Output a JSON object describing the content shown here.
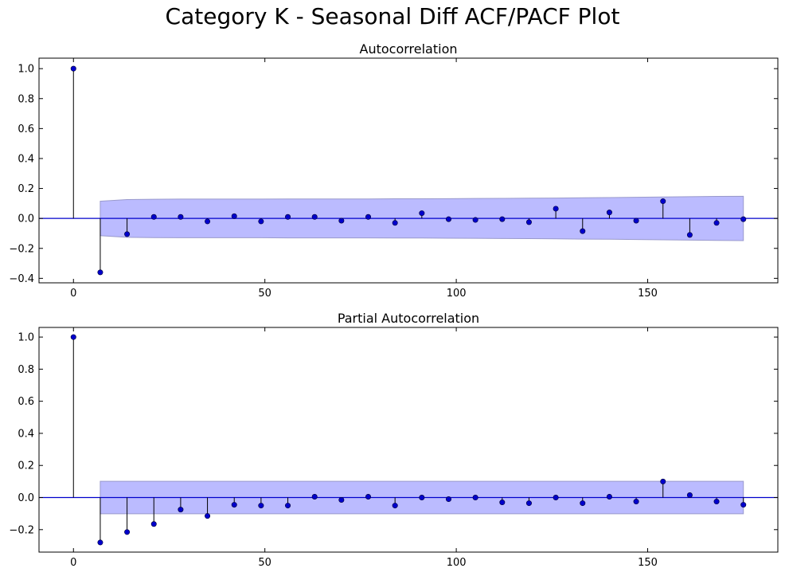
{
  "figure": {
    "title": "Category K - Seasonal Diff ACF/PACF Plot"
  },
  "colors": {
    "marker": "#0000cc",
    "stem": "#000000",
    "baseline": "#0000cc",
    "confidence_fill": "#bbbbff",
    "confidence_edge": "#9999cc"
  },
  "chart_data": [
    {
      "type": "scatter",
      "style": "stem",
      "title": "Autocorrelation",
      "xlabel": "",
      "ylabel": "",
      "xlim": [
        -9,
        184
      ],
      "ylim": [
        -0.43,
        1.07
      ],
      "xticks": [
        0,
        50,
        100,
        150
      ],
      "yticks": [
        -0.4,
        -0.2,
        0.0,
        0.2,
        0.4,
        0.6,
        0.8,
        1.0
      ],
      "ytick_labels": [
        "−0.4",
        "−0.2",
        "0.0",
        "0.2",
        "0.4",
        "0.6",
        "0.8",
        "1.0"
      ],
      "grid": false,
      "x": [
        0,
        7,
        14,
        21,
        28,
        35,
        42,
        49,
        56,
        63,
        70,
        77,
        84,
        91,
        98,
        105,
        112,
        119,
        126,
        133,
        140,
        147,
        154,
        161,
        168,
        175
      ],
      "values": [
        1.0,
        -0.36,
        -0.105,
        0.01,
        0.01,
        -0.02,
        0.015,
        -0.02,
        0.01,
        0.01,
        -0.015,
        0.01,
        -0.03,
        0.035,
        -0.005,
        -0.01,
        -0.005,
        -0.025,
        0.065,
        -0.085,
        0.04,
        -0.015,
        0.115,
        -0.11,
        -0.03,
        -0.005
      ],
      "confidence_band": {
        "x": [
          7,
          14,
          21,
          28,
          35,
          42,
          49,
          56,
          63,
          70,
          77,
          84,
          91,
          98,
          105,
          112,
          119,
          126,
          133,
          140,
          147,
          154,
          161,
          168,
          175
        ],
        "upper": [
          0.115,
          0.126,
          0.128,
          0.129,
          0.129,
          0.129,
          0.129,
          0.13,
          0.13,
          0.13,
          0.13,
          0.131,
          0.131,
          0.132,
          0.133,
          0.134,
          0.135,
          0.136,
          0.138,
          0.139,
          0.141,
          0.143,
          0.145,
          0.147,
          0.148
        ],
        "lower": [
          -0.115,
          -0.126,
          -0.128,
          -0.129,
          -0.129,
          -0.129,
          -0.129,
          -0.13,
          -0.13,
          -0.13,
          -0.13,
          -0.131,
          -0.131,
          -0.132,
          -0.133,
          -0.134,
          -0.135,
          -0.136,
          -0.138,
          -0.139,
          -0.141,
          -0.143,
          -0.145,
          -0.147,
          -0.148
        ]
      }
    },
    {
      "type": "scatter",
      "style": "stem",
      "title": "Partial Autocorrelation",
      "xlabel": "",
      "ylabel": "",
      "xlim": [
        -9,
        184
      ],
      "ylim": [
        -0.34,
        1.06
      ],
      "xticks": [
        0,
        50,
        100,
        150
      ],
      "yticks": [
        -0.2,
        0.0,
        0.2,
        0.4,
        0.6,
        0.8,
        1.0
      ],
      "ytick_labels": [
        "−0.2",
        "0.0",
        "0.2",
        "0.4",
        "0.6",
        "0.8",
        "1.0"
      ],
      "grid": false,
      "x": [
        0,
        7,
        14,
        21,
        28,
        35,
        42,
        49,
        56,
        63,
        70,
        77,
        84,
        91,
        98,
        105,
        112,
        119,
        126,
        133,
        140,
        147,
        154,
        161,
        168,
        175
      ],
      "values": [
        1.0,
        -0.28,
        -0.215,
        -0.165,
        -0.075,
        -0.115,
        -0.045,
        -0.05,
        -0.05,
        0.005,
        -0.015,
        0.005,
        -0.05,
        0.0,
        -0.01,
        0.0,
        -0.03,
        -0.035,
        0.0,
        -0.035,
        0.005,
        -0.025,
        0.1,
        0.015,
        -0.025,
        -0.045
      ],
      "confidence_band": {
        "x": [
          7,
          175
        ],
        "upper": [
          0.101,
          0.101
        ],
        "lower": [
          -0.101,
          -0.101
        ]
      }
    }
  ]
}
